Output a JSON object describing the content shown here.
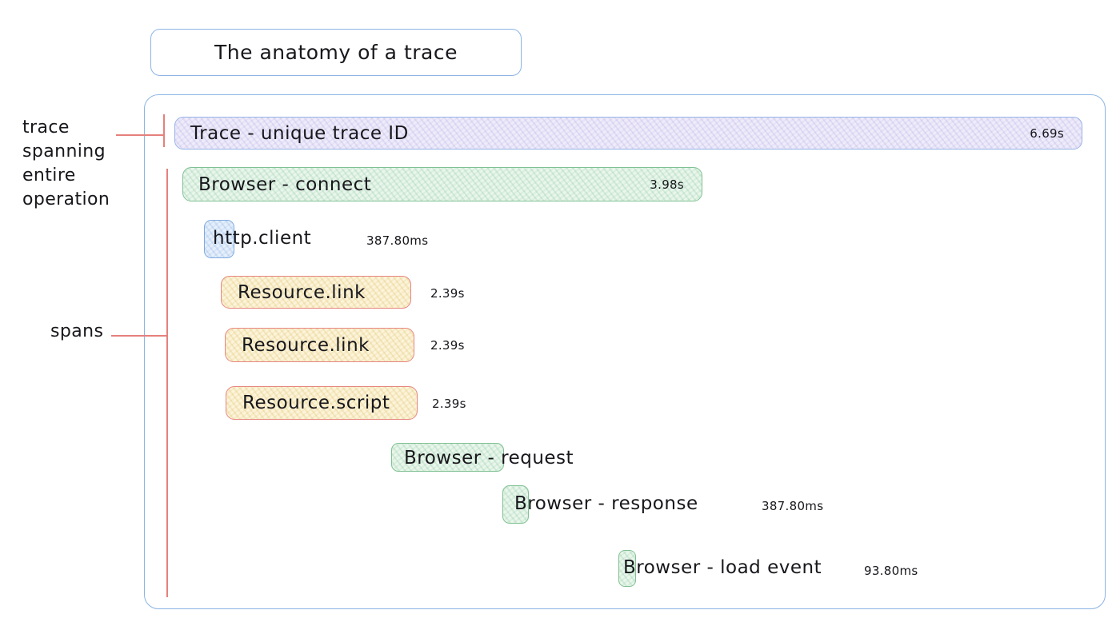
{
  "title_box": {
    "label": "The anatomy of a trace"
  },
  "annotations": {
    "trace_label": "trace\nspanning\nentire\noperation",
    "spans_label": "spans"
  },
  "trace": {
    "name": "Trace - unique trace ID",
    "duration": "6.69s"
  },
  "spans": [
    {
      "name": "Browser - connect",
      "duration": "3.98s",
      "color": "green"
    },
    {
      "name": "http.client",
      "duration": "387.80ms",
      "color": "blue"
    },
    {
      "name": "Resource.link",
      "duration": "2.39s",
      "color": "yellow"
    },
    {
      "name": "Resource.link",
      "duration": "2.39s",
      "color": "yellow"
    },
    {
      "name": "Resource.script",
      "duration": "2.39s",
      "color": "yellow"
    },
    {
      "name": "Browser - request",
      "color": "green"
    },
    {
      "name": "Browser - response",
      "duration": "387.80ms",
      "color": "green"
    },
    {
      "name": "Browser - load event",
      "duration": "93.80ms",
      "color": "green"
    }
  ],
  "colors": {
    "frame_border": "#8cb4e4",
    "trace_fill": "#efecfa",
    "trace_border": "#96b4e6",
    "green_fill": "#e9f6ec",
    "green_border": "#80c193",
    "blue_fill": "#e6effb",
    "blue_border": "#7fabdf",
    "yellow_fill": "#fcf4da",
    "yellow_border": "#e6867f",
    "annotation_line": "#e5807c",
    "text": "#17171c"
  }
}
